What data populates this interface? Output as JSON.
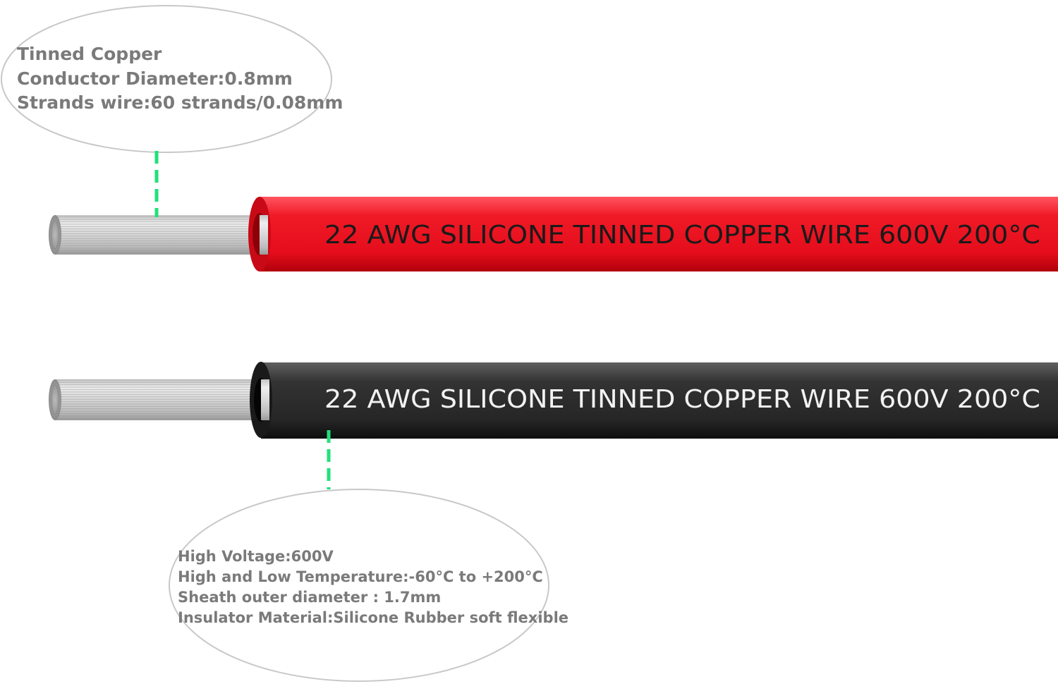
{
  "wires": [
    {
      "color": "#e8101f",
      "print": "22 AWG SILICONE TINNED COPPER WIRE 600V 200°C",
      "print_color": "#1a1a1a"
    },
    {
      "color": "#2a2a2a",
      "print": "22 AWG SILICONE TINNED COPPER WIRE 600V 200°C",
      "print_color": "#f2f2f2"
    }
  ],
  "callout_top": {
    "lines": [
      "Tinned Copper",
      "Conductor Diameter:0.8mm",
      "Strands wire:60 strands/0.08mm"
    ]
  },
  "callout_bottom": {
    "lines": [
      "High Voltage:600V",
      "High and Low Temperature:-60°C to +200°C",
      "Sheath outer diameter : 1.7mm",
      "Insulator Material:Silicone Rubber soft flexible"
    ]
  },
  "colors": {
    "leader_line": "#22e07a",
    "callout_text": "#7a7a7a",
    "callout_outline": "#c8c8c8"
  }
}
